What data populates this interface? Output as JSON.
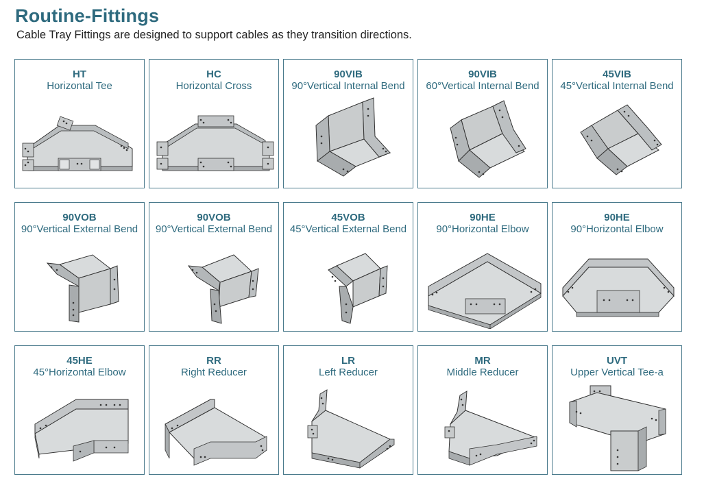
{
  "page": {
    "title": "Routine-Fittings",
    "subtitle": "Cable Tray Fittings are designed to support cables as they transition directions."
  },
  "colors": {
    "heading": "#2e6a7e",
    "border": "#4a7a8c",
    "metal_light": "#d9dcdd",
    "metal_mid": "#c3c6c8",
    "metal_dark": "#a8acae",
    "outline": "#333333"
  },
  "fittings": [
    {
      "code": "HT",
      "name": "Horizontal Tee",
      "icon": "horizontal-tee-icon"
    },
    {
      "code": "HC",
      "name": "Horizontal Cross",
      "icon": "horizontal-cross-icon"
    },
    {
      "code": "90VIB",
      "name": "90°Vertical Internal Bend",
      "icon": "vertical-internal-bend-90-icon"
    },
    {
      "code": "90VIB",
      "name": "60°Vertical Internal Bend",
      "icon": "vertical-internal-bend-60-icon"
    },
    {
      "code": "45VIB",
      "name": "45°Vertical Internal Bend",
      "icon": "vertical-internal-bend-45-icon"
    },
    {
      "code": "90VOB",
      "name": "90°Vertical External Bend",
      "icon": "vertical-external-bend-90-icon"
    },
    {
      "code": "90VOB",
      "name": "90°Vertical External Bend",
      "icon": "vertical-external-bend-90b-icon"
    },
    {
      "code": "45VOB",
      "name": "45°Vertical External Bend",
      "icon": "vertical-external-bend-45-icon"
    },
    {
      "code": "90HE",
      "name": "90°Horizontal Elbow",
      "icon": "horizontal-elbow-90-icon"
    },
    {
      "code": "90HE",
      "name": "90°Horizontal Elbow",
      "icon": "horizontal-elbow-90b-icon"
    },
    {
      "code": "45HE",
      "name": "45°Horizontal Elbow",
      "icon": "horizontal-elbow-45-icon"
    },
    {
      "code": "RR",
      "name": "Right Reducer",
      "icon": "right-reducer-icon"
    },
    {
      "code": "LR",
      "name": "Left Reducer",
      "icon": "left-reducer-icon"
    },
    {
      "code": "MR",
      "name": "Middle Reducer",
      "icon": "middle-reducer-icon"
    },
    {
      "code": "UVT",
      "name": "Upper Vertical Tee-a",
      "icon": "upper-vertical-tee-icon"
    }
  ]
}
